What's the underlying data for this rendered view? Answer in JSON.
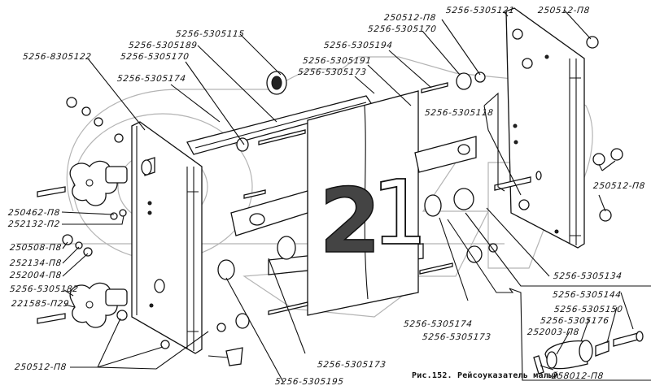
{
  "figure": {
    "caption": "Рис.152. Рейсоуказатель малый",
    "number_plate": {
      "digit_1": "2",
      "digit_2": "1"
    }
  },
  "labels": [
    {
      "id": "l1",
      "text": "5256-5305115"
    },
    {
      "id": "l2",
      "text": "5256-5305189"
    },
    {
      "id": "l3",
      "text": "5256-8305122"
    },
    {
      "id": "l4",
      "text": "5256-5305170"
    },
    {
      "id": "l5",
      "text": "5256-5305174"
    },
    {
      "id": "l6",
      "text": "5256-5305194"
    },
    {
      "id": "l7",
      "text": "5256-5305191"
    },
    {
      "id": "l8",
      "text": "5256-5305173"
    },
    {
      "id": "l9",
      "text": "250512-П8"
    },
    {
      "id": "l10",
      "text": "5256-5305170"
    },
    {
      "id": "l11",
      "text": "5256-5305121"
    },
    {
      "id": "l12",
      "text": "250512-П8"
    },
    {
      "id": "l13",
      "text": "5256-5305118"
    },
    {
      "id": "l14",
      "text": "250512-П8"
    },
    {
      "id": "l15",
      "text": "250462-П8"
    },
    {
      "id": "l16",
      "text": "252132-П2"
    },
    {
      "id": "l17",
      "text": "250508-П8"
    },
    {
      "id": "l18",
      "text": "252134-П8"
    },
    {
      "id": "l19",
      "text": "252004-П8"
    },
    {
      "id": "l20",
      "text": "5256-5305182"
    },
    {
      "id": "l21",
      "text": "221585-П29"
    },
    {
      "id": "l22",
      "text": "250512-П8"
    },
    {
      "id": "l23",
      "text": "5256-5305134"
    },
    {
      "id": "l24",
      "text": "5256-5305174"
    },
    {
      "id": "l25",
      "text": "5256-5305173"
    },
    {
      "id": "l26",
      "text": "5256-5305173"
    },
    {
      "id": "l27",
      "text": "5256-5305195"
    },
    {
      "id": "l28",
      "text": "5256-5305144"
    },
    {
      "id": "l29",
      "text": "5256-5305150"
    },
    {
      "id": "l30",
      "text": "5256-5305176"
    },
    {
      "id": "l31",
      "text": "252003-П8"
    },
    {
      "id": "l32",
      "text": "258012-П8"
    }
  ]
}
